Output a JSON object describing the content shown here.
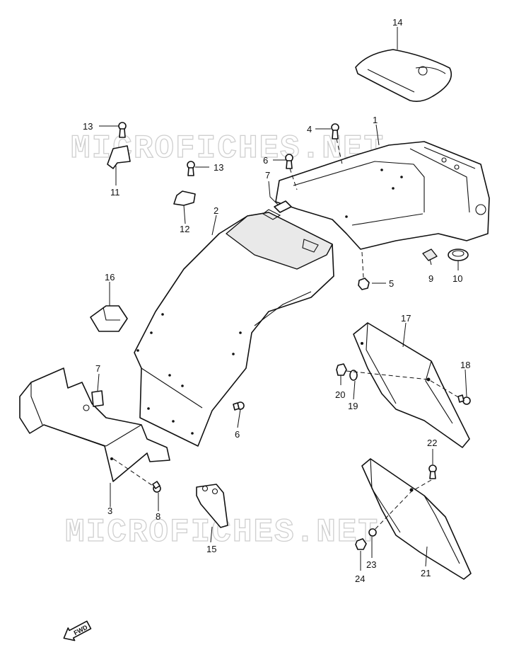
{
  "watermark": "MICROFICHES.NET",
  "direction_arrow_label": "FWD",
  "callouts": {
    "c1": "1",
    "c2": "2",
    "c3": "3",
    "c4": "4",
    "c5": "5",
    "c6a": "6",
    "c6b": "6",
    "c7a": "7",
    "c7b": "7",
    "c8": "8",
    "c9": "9",
    "c10": "10",
    "c11": "11",
    "c12": "12",
    "c13a": "13",
    "c13b": "13",
    "c14": "14",
    "c15": "15",
    "c16": "16",
    "c17": "17",
    "c18": "18",
    "c19": "19",
    "c20": "20",
    "c21": "21",
    "c22": "22",
    "c23": "23",
    "c24": "24"
  }
}
